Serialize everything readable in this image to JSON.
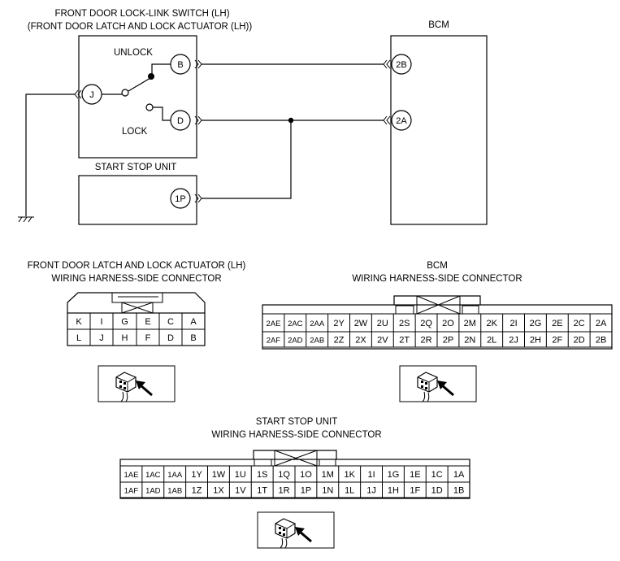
{
  "schematic": {
    "switch_title_1": "FRONT DOOR LOCK-LINK SWITCH (LH)",
    "switch_title_2": "(FRONT DOOR LATCH AND LOCK ACTUATOR (LH))",
    "bcm_title": "BCM",
    "unlock_label": "UNLOCK",
    "lock_label": "LOCK",
    "ssu_title": "START STOP UNIT",
    "terminals": {
      "j": "J",
      "b": "B",
      "d": "D",
      "bcm_2b": "2B",
      "bcm_2a": "2A",
      "ssu_1p": "1P"
    }
  },
  "door_connector": {
    "title_1": "FRONT DOOR LATCH AND LOCK ACTUATOR (LH)",
    "title_2": "WIRING HARNESS-SIDE CONNECTOR",
    "rows": [
      [
        "K",
        "I",
        "G",
        "E",
        "C",
        "A"
      ],
      [
        "L",
        "J",
        "H",
        "F",
        "D",
        "B"
      ]
    ]
  },
  "bcm_connector": {
    "title_1": "BCM",
    "title_2": "WIRING HARNESS-SIDE CONNECTOR",
    "rows": [
      [
        "2AE",
        "2AC",
        "2AA",
        "2Y",
        "2W",
        "2U",
        "2S",
        "2Q",
        "2O",
        "2M",
        "2K",
        "2I",
        "2G",
        "2E",
        "2C",
        "2A"
      ],
      [
        "2AF",
        "2AD",
        "2AB",
        "2Z",
        "2X",
        "2V",
        "2T",
        "2R",
        "2P",
        "2N",
        "2L",
        "2J",
        "2H",
        "2F",
        "2D",
        "2B"
      ]
    ]
  },
  "ssu_connector": {
    "title_1": "START STOP UNIT",
    "title_2": "WIRING HARNESS-SIDE CONNECTOR",
    "rows": [
      [
        "1AE",
        "1AC",
        "1AA",
        "1Y",
        "1W",
        "1U",
        "1S",
        "1Q",
        "1O",
        "1M",
        "1K",
        "1I",
        "1G",
        "1E",
        "1C",
        "1A"
      ],
      [
        "1AF",
        "1AD",
        "1AB",
        "1Z",
        "1X",
        "1V",
        "1T",
        "1R",
        "1P",
        "1N",
        "1L",
        "1J",
        "1H",
        "1F",
        "1D",
        "1B"
      ]
    ]
  },
  "icons": [
    "connector-view-icon",
    "ground-icon"
  ]
}
